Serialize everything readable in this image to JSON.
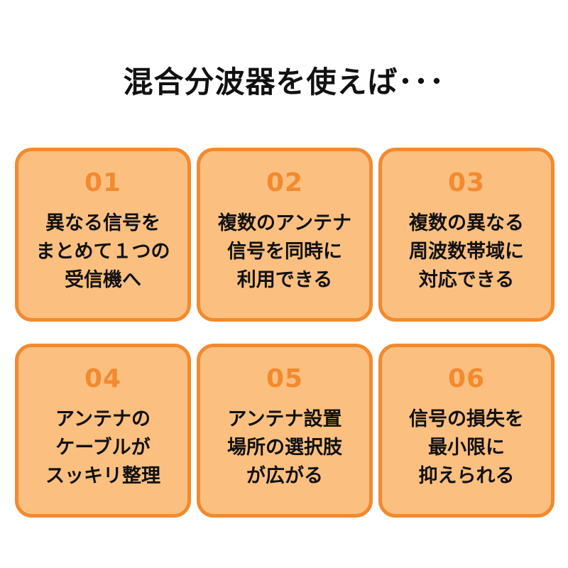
{
  "title": "混合分波器を使えば･･･",
  "colors": {
    "card_border": "#f28a2e",
    "card_fill": "#fbbf80",
    "number": "#f28a2e",
    "text": "#111111"
  },
  "cards": [
    {
      "number": "01",
      "lines": [
        "異なる信号を",
        "まとめて１つの",
        "受信機へ"
      ]
    },
    {
      "number": "02",
      "lines": [
        "複数のアンテナ",
        "信号を同時に",
        "利用できる"
      ]
    },
    {
      "number": "03",
      "lines": [
        "複数の異なる",
        "周波数帯域に",
        "対応できる"
      ]
    },
    {
      "number": "04",
      "lines": [
        "アンテナの",
        "ケーブルが",
        "スッキリ整理"
      ]
    },
    {
      "number": "05",
      "lines": [
        "アンテナ設置",
        "場所の選択肢",
        "が広がる"
      ]
    },
    {
      "number": "06",
      "lines": [
        "信号の損失を",
        "最小限に",
        "抑えられる"
      ]
    }
  ]
}
